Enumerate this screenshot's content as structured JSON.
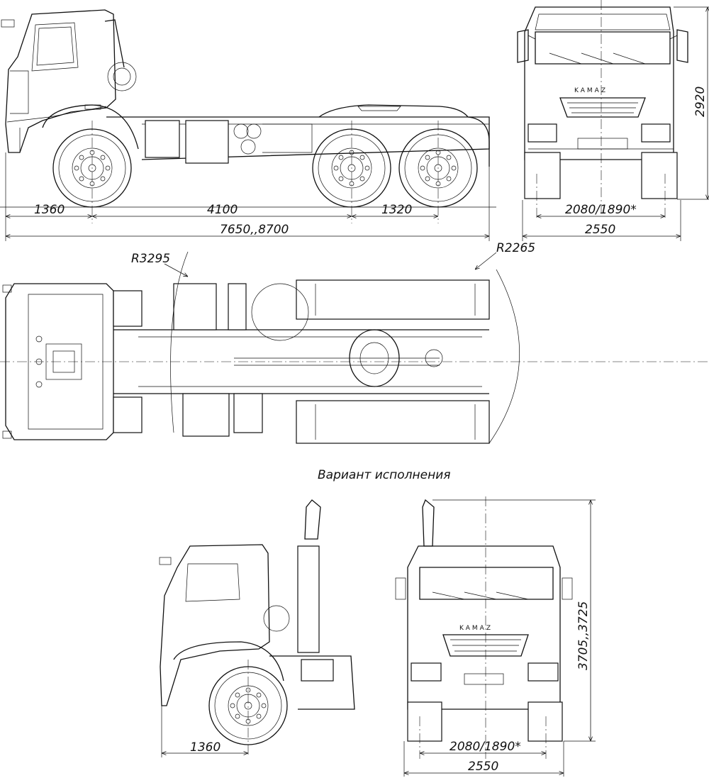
{
  "side_view": {
    "dims": {
      "front_overhang": "1360",
      "wheelbase": "4100",
      "tandem_spacing": "1320",
      "overall_length": "7650,,8700"
    }
  },
  "front_view": {
    "brand": "KAMAZ",
    "dims": {
      "height": "2920",
      "track": "2080/1890*",
      "width": "2550"
    }
  },
  "top_view": {
    "radius_front": "R3295",
    "radius_rear": "R2265"
  },
  "variant": {
    "caption": "Вариант исполнения",
    "side_dims": {
      "front_overhang": "1360"
    },
    "front_brand": "KAMAZ",
    "front_dims": {
      "height": "3705,,3725",
      "track": "2080/1890*",
      "width": "2550"
    }
  }
}
